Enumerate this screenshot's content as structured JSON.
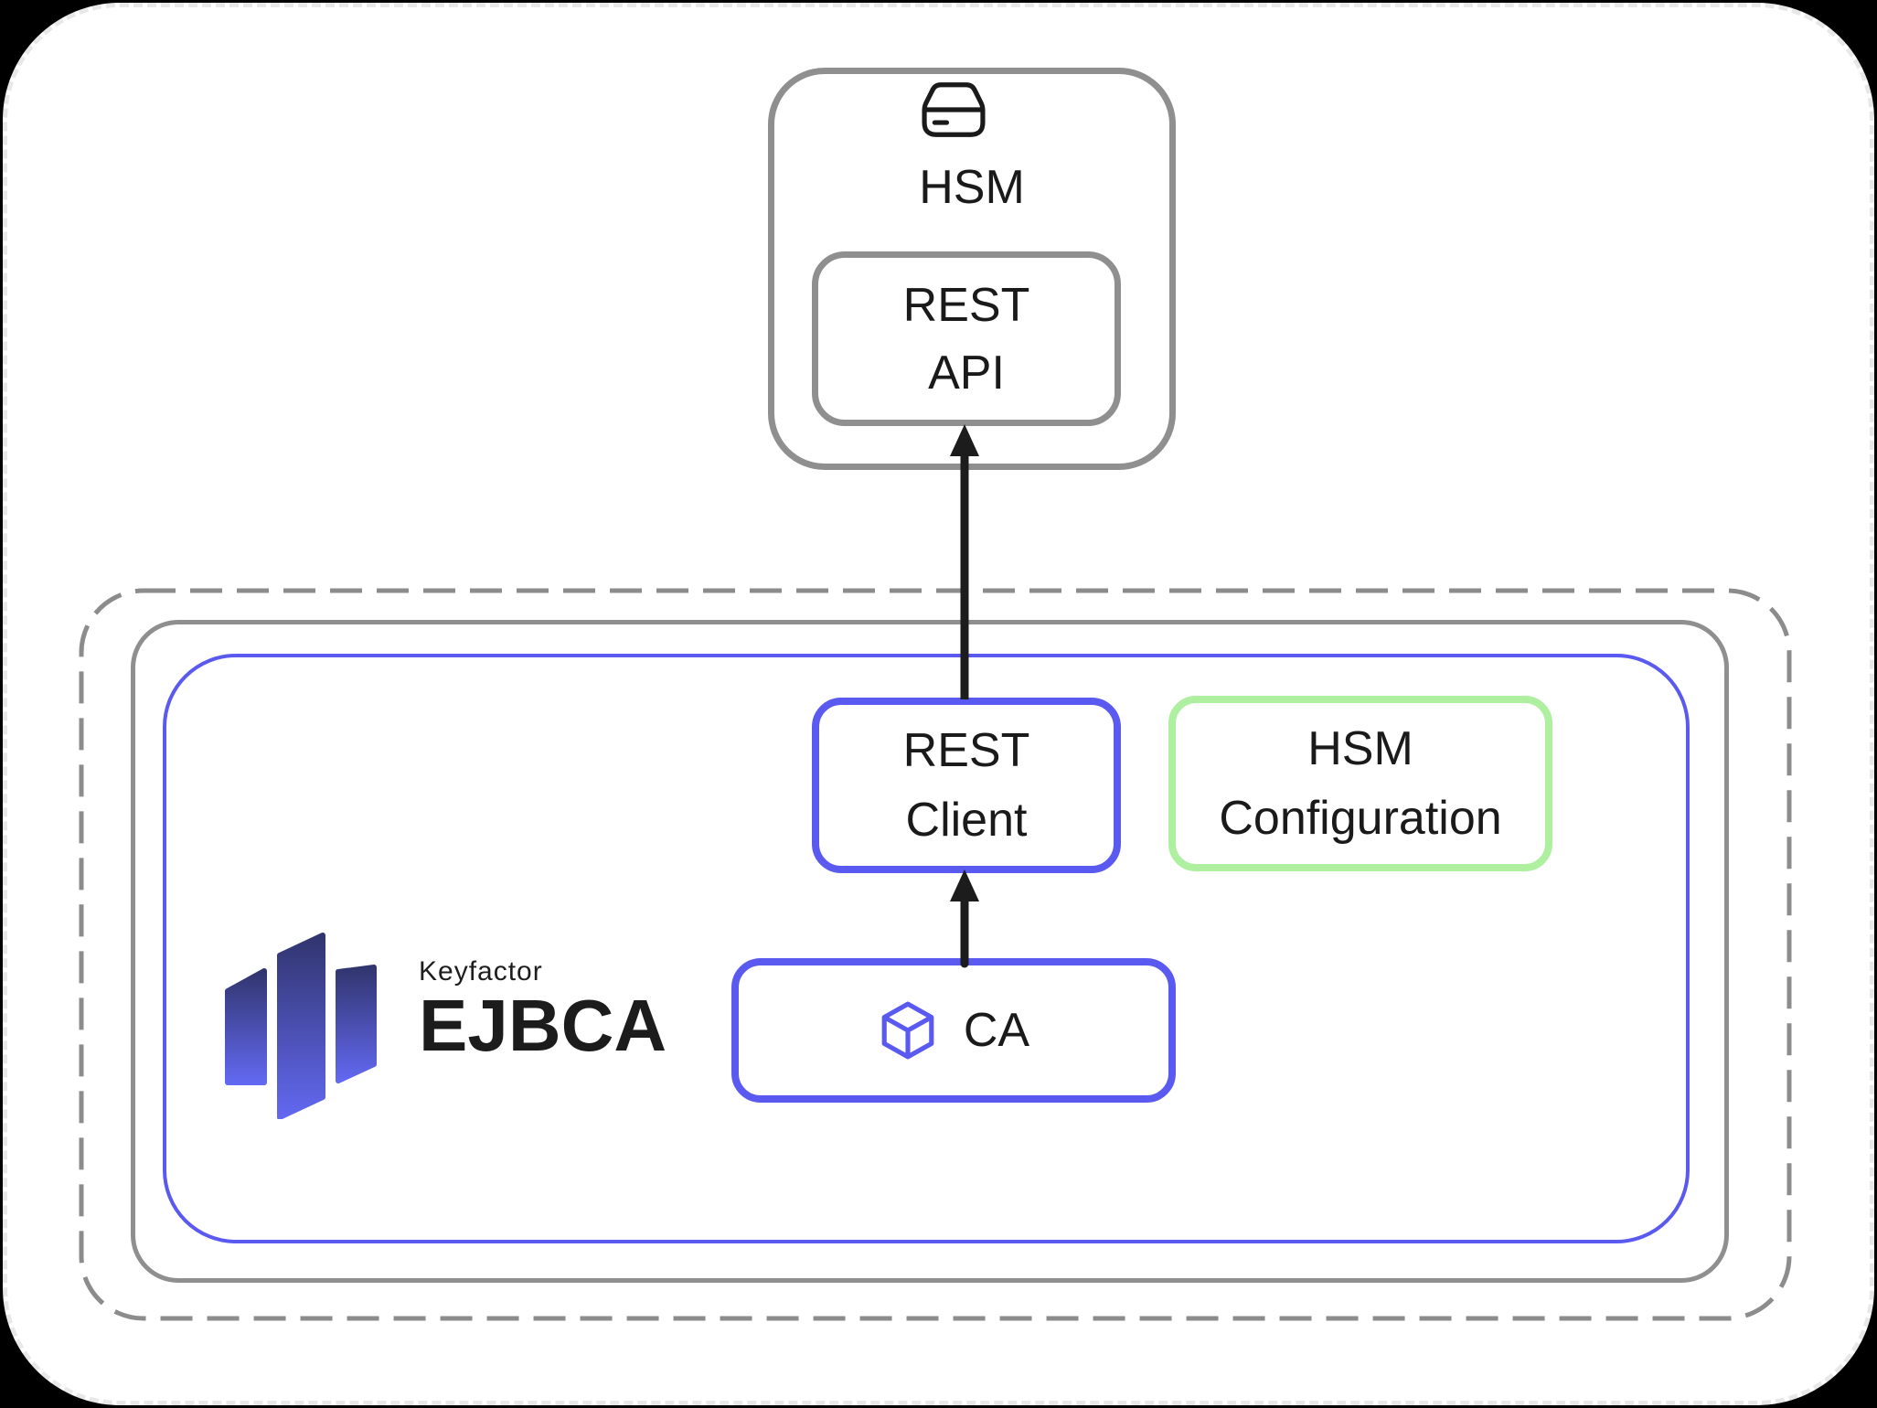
{
  "diagram": {
    "hsm": {
      "title": "HSM",
      "icon": "hsm-drive-icon",
      "rest_api": {
        "line1": "REST",
        "line2": "API"
      }
    },
    "ejbca_platform": {
      "rest_client": {
        "line1": "REST",
        "line2": "Client"
      },
      "hsm_configuration": {
        "line1": "HSM",
        "line2": "Configuration"
      },
      "ca": {
        "label": "CA",
        "icon": "cube-icon"
      },
      "logo": {
        "company": "Keyfactor",
        "product": "EJBCA"
      }
    },
    "arrows": [
      {
        "from": "CA",
        "to": "REST Client",
        "direction": "up"
      },
      {
        "from": "REST Client",
        "to": "REST API",
        "direction": "up"
      }
    ],
    "colors": {
      "gray_border": "#8F8F8F",
      "dashed_border": "#8C8C8C",
      "blue_border": "#5A5AF0",
      "green_border": "#AEF0A0",
      "arrow": "#1C1C1C",
      "logo_gradient_top": "#31356E",
      "logo_gradient_bottom": "#6268F0"
    }
  }
}
